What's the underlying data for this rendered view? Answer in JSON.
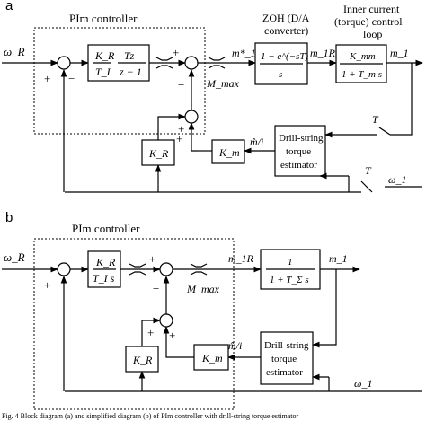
{
  "panel_a": {
    "label": "a",
    "controller_title": "PIm controller",
    "zoh_title_1": "ZOH (D/A",
    "zoh_title_2": "converter)",
    "inner_title_1": "Inner current",
    "inner_title_2": "(torque) control",
    "inner_title_3": "loop",
    "input_signal": "ω_R",
    "plus": "+",
    "minus": "−",
    "pi_kr": "K_R",
    "pi_ti": "T_I",
    "pi_num": "Tz",
    "pi_den": "z − 1",
    "m_max": "M_max",
    "m1r_star": "m*_1R",
    "zoh_num": "1 − e^(−sT)",
    "zoh_den": "s",
    "m1r": "m_1R",
    "kmm_num": "K_mm",
    "kmm_den": "1 + T_m s",
    "m1": "m_1",
    "switch_t1": "T",
    "switch_t2": "T",
    "estimator_1": "Drill-string",
    "estimator_2": "torque",
    "estimator_3": "estimator",
    "m_hat": "m̂/i",
    "km": "K_m",
    "kr_fb": "K_R",
    "omega1": "ω_1"
  },
  "panel_b": {
    "label": "b",
    "controller_title": "PIm controller",
    "input_signal": "ω_R",
    "pi_kr": "K_R",
    "pi_ti": "T_I s",
    "m_max": "M_max",
    "m1r": "m_1R",
    "tf_num": "1",
    "tf_den": "1 + T_Σ s",
    "m1": "m_1",
    "estimator_1": "Drill-string",
    "estimator_2": "torque",
    "estimator_3": "estimator",
    "m_hat": "m̂/i",
    "km": "K_m",
    "kr_fb": "K_R",
    "omega1": "ω_1"
  },
  "caption": "Fig. 4 Block diagram (a) and simplified diagram (b) of PIm controller with drill-string torque estimator"
}
